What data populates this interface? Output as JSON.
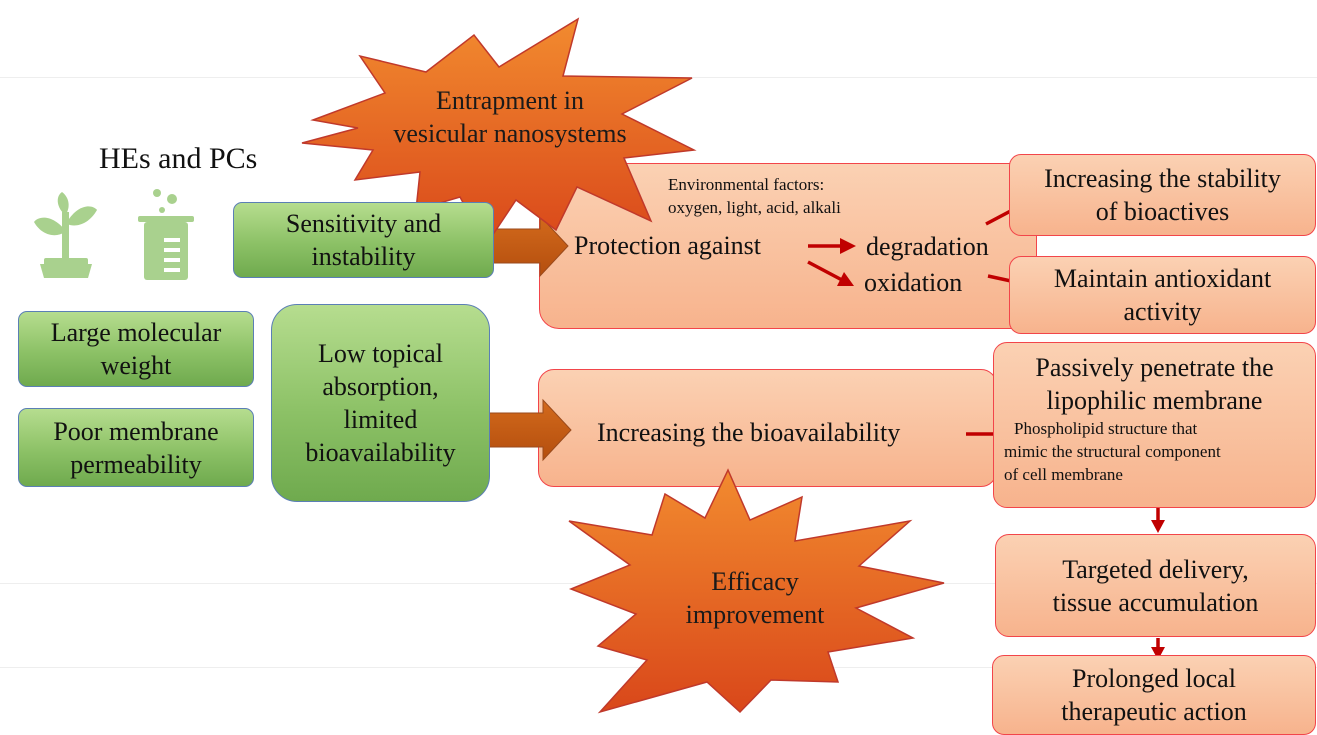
{
  "title": "HEs and PCs",
  "stars": {
    "top_line1": "Entrapment in",
    "top_line2": "vesicular nanosystems",
    "bottom_line1": "Efficacy",
    "bottom_line2": "improvement"
  },
  "green_boxes": {
    "sensitivity_line1": "Sensitivity and",
    "sensitivity_line2": "instability",
    "large_line1": "Large molecular",
    "large_line2": "weight",
    "poor_line1": "Poor membrane",
    "poor_line2": "permeability",
    "low_line1": "Low topical",
    "low_line2": "absorption,",
    "low_line3": "limited",
    "low_line4": "bioavailability"
  },
  "protection": {
    "env_line1": "Environmental factors:",
    "env_line2": "oxygen, light, acid, alkali",
    "label": "Protection against",
    "degradation": "degradation",
    "oxidation": "oxidation"
  },
  "bioavailability": {
    "label": "Increasing the bioavailability"
  },
  "results": {
    "stability_line1": "Increasing the stability",
    "stability_line2": "of bioactives",
    "antioxidant_line1": "Maintain antioxidant",
    "antioxidant_line2": "activity",
    "passive_line1": "Passively penetrate the",
    "passive_line2": "lipophilic membrane",
    "phospho_line1": "Phospholipid structure that",
    "phospho_line2": "mimic the structural component",
    "phospho_line3": "of cell membrane",
    "targeted_line1": "Targeted delivery,",
    "targeted_line2": "tissue accumulation",
    "prolonged_line1": "Prolonged local",
    "prolonged_line2": "therapeutic action"
  },
  "colors": {
    "star_fill": "#e8621d",
    "star_stroke": "#c0392b",
    "arrow_red": "#c00000",
    "block_arrow": "#c55a11",
    "green_box": "#8cc166",
    "orange_box": "#f7b38d",
    "icon_green": "#a9d18e"
  },
  "icons": [
    "plant-icon",
    "beaker-icon"
  ]
}
